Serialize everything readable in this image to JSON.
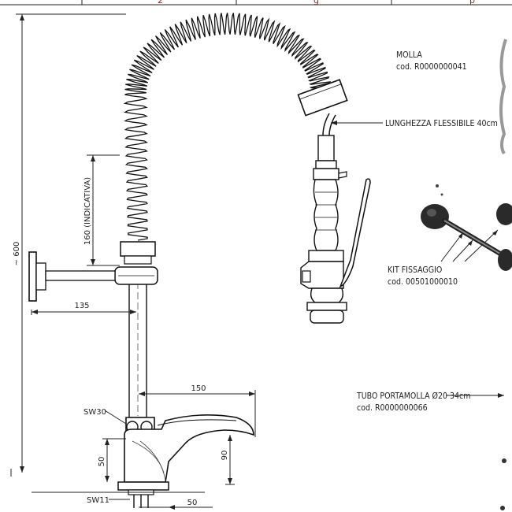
{
  "header": {
    "marks": [
      "2",
      "g",
      "p"
    ]
  },
  "callouts": {
    "molla": {
      "line1": "MOLLA",
      "line2": "cod. R0000000041"
    },
    "flex": "LUNGHEZZA FLESSIBILE 40cm",
    "kit": {
      "line1": "KIT FISSAGGIO",
      "line2": "cod. 00501000010"
    },
    "tubo": {
      "line1": "TUBO PORTAMOLLA Ø20 34cm",
      "line2": "cod. R0000000066"
    }
  },
  "dimensions": {
    "total_height": "~ 600",
    "spring_height": "160  (INDICATIVA)",
    "wall_offset": "135",
    "spout_reach": "150",
    "body_height": "90",
    "base_height": "50",
    "base_width": "50",
    "sw30": "SW30",
    "sw11": "SW11"
  },
  "colors": {
    "line": "#222222",
    "accent": "#d01010",
    "part": "#333333"
  }
}
